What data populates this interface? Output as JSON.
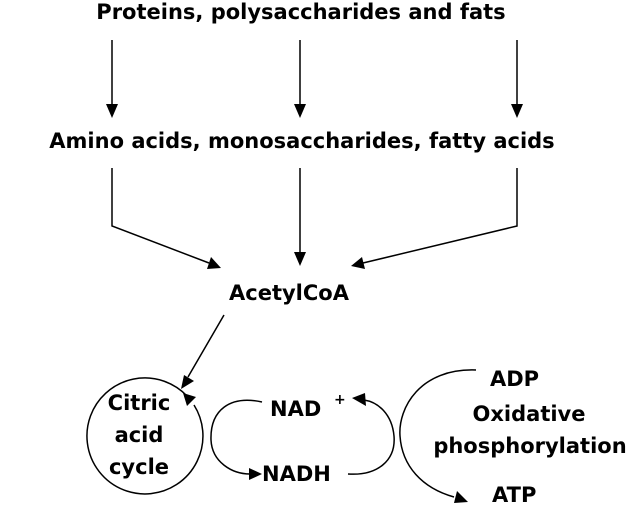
{
  "diagram": {
    "title_row": "Proteins, polysaccharides and fats",
    "monomers_row": "Amino acids, monosaccharides, fatty acids",
    "acetylcoa": "AcetylCoA",
    "citric": {
      "line1": "Citric",
      "line2": "acid",
      "line3": "cycle"
    },
    "nad": "NAD",
    "nad_sup": "+",
    "nadh": "NADH",
    "adp": "ADP",
    "oxphos": {
      "line1": "Oxidative",
      "line2": "phosphorylation"
    },
    "atp": "ATP"
  }
}
